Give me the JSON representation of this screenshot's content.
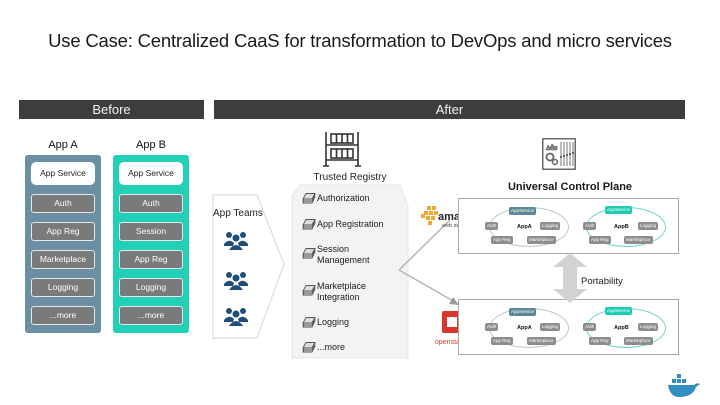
{
  "title": "Use Case: Centralized CaaS for transformation to DevOps and micro services",
  "sections": {
    "before": "Before",
    "after": "After"
  },
  "before": {
    "apps": [
      {
        "name": "App A",
        "service": "App Service",
        "modules": [
          "Auth",
          "App Reg",
          "Marketplace",
          "Logging",
          "...more"
        ],
        "color": "#6b8fa3"
      },
      {
        "name": "App B",
        "service": "App Service",
        "modules": [
          "Auth",
          "Session",
          "App Reg",
          "Logging",
          "...more"
        ],
        "color": "#22cfb7"
      }
    ]
  },
  "after": {
    "app_teams": {
      "label": "App Teams",
      "icon": "people-group-icon",
      "count": 3
    },
    "registry": {
      "title": "Trusted Registry",
      "icon": "registry-rack-icon",
      "items": [
        [
          "Authorization"
        ],
        [
          "App Registration"
        ],
        [
          "Session",
          "Management"
        ],
        [
          "Marketplace",
          "Integration"
        ],
        [
          "Logging"
        ],
        [
          "...more"
        ]
      ]
    },
    "control_plane": {
      "title": "Universal Control Plane",
      "icon": "dashboard-gears-icon",
      "clouds": [
        {
          "provider": "amazon",
          "provider_sub": "web services",
          "logo": "aws-logo"
        },
        {
          "provider": "openstack",
          "logo": "openstack-logo"
        }
      ],
      "rings": [
        {
          "name": "AppA",
          "service": "AppService",
          "modules": [
            "Auth",
            "Logging",
            "App Reg",
            "Marketplace"
          ],
          "color": "#5d8797"
        },
        {
          "name": "AppB",
          "service": "AppService",
          "modules": [
            "Auth",
            "Logging",
            "App Reg",
            "Marketplace"
          ],
          "color": "#1ccdb2"
        }
      ],
      "portability_label": "Portability"
    },
    "footer_logo": "docker-whale-logo"
  }
}
